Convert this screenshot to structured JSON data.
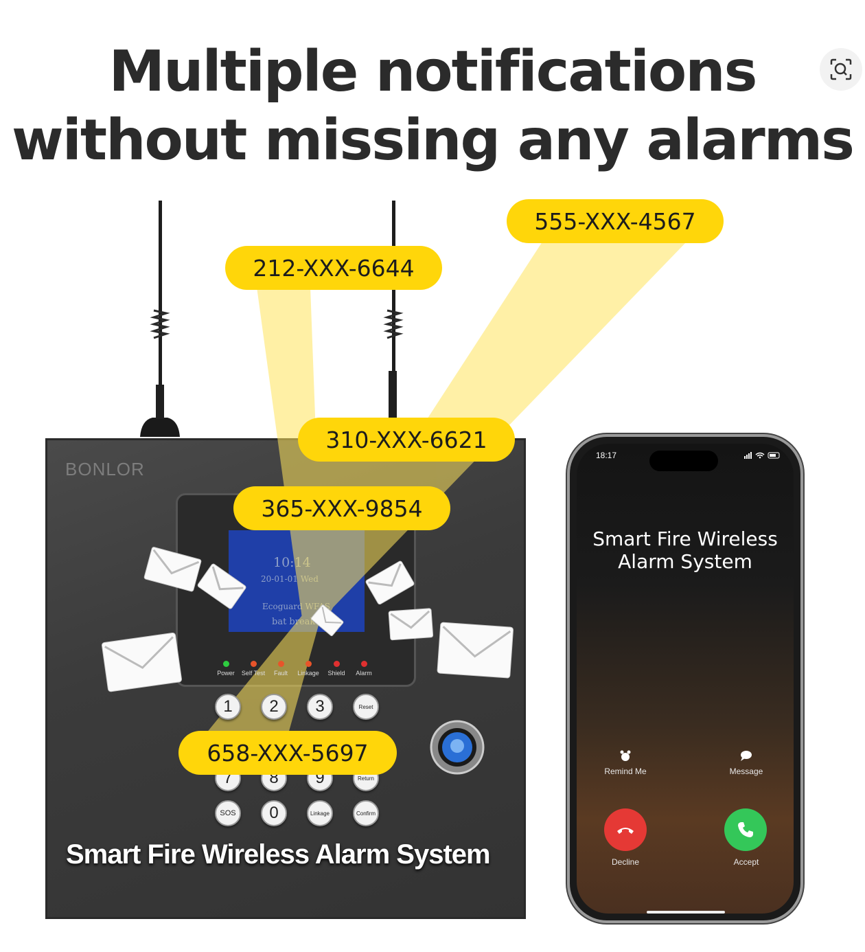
{
  "headline": {
    "line1": "Multiple notifications",
    "line2": "without missing any alarms"
  },
  "lens_icon": "visual-search-icon",
  "brand": "BONLOR",
  "screen": {
    "time": "10:14",
    "date": "20-01-01 Wed",
    "line3": "Ecoguard WFAS",
    "line4": "bat break"
  },
  "indicators": [
    "Power",
    "Self Test",
    "Fault",
    "Linkage",
    "Shield",
    "Alarm"
  ],
  "indicator_colors": [
    "#2ecc40",
    "#e8542a",
    "#e8542a",
    "#e8542a",
    "#e03030",
    "#e03030"
  ],
  "keypad": {
    "row1": [
      "1",
      "2",
      "3",
      "Reset"
    ],
    "row3": [
      "7",
      "8",
      "9",
      "Return"
    ],
    "row4": [
      "SOS",
      "0",
      "Linkage",
      "Confirm"
    ]
  },
  "panel_title": "Smart Fire Wireless Alarm System",
  "phone_numbers": [
    "555-XXX-4567",
    "212-XXX-6644",
    "310-XXX-6621",
    "365-XXX-9854",
    "658-XXX-5697"
  ],
  "phone": {
    "time": "18:17",
    "status": "signal-wifi-battery",
    "caller_line1": "Smart Fire Wireless",
    "caller_line2": "Alarm System",
    "remind_label": "Remind Me",
    "message_label": "Message",
    "decline_label": "Decline",
    "accept_label": "Accept"
  },
  "colors": {
    "accent_yellow": "#ffd60a",
    "decline_red": "#e53935",
    "accept_green": "#34c759"
  }
}
